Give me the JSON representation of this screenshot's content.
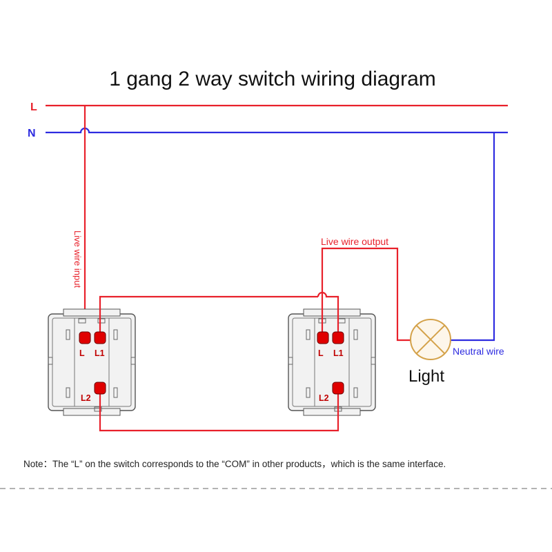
{
  "title": "1 gang 2 way switch wiring diagram",
  "lines": {
    "live": "L",
    "neutral": "N"
  },
  "labels": {
    "live_input": "Live wire input",
    "live_output": "Live wire output",
    "neutral_wire": "Neutral wire",
    "light": "Light"
  },
  "switch_left": {
    "terminal_l": "L",
    "terminal_l1": "L1",
    "terminal_l2": "L2"
  },
  "switch_right": {
    "terminal_l": "L",
    "terminal_l1": "L1",
    "terminal_l2": "L2"
  },
  "note": "Note：The “L” on the switch corresponds to the “COM” in other products，which is the same interface.",
  "colors": {
    "live": "#e8202a",
    "neutral": "#2d2be0",
    "terminal": "#e00000",
    "switch_body": "#f2f2f2",
    "switch_outline": "#555555",
    "lamp_outline": "#d4a24a",
    "lamp_fill": "#fdf6ea",
    "dashed": "#9a9a9a"
  }
}
